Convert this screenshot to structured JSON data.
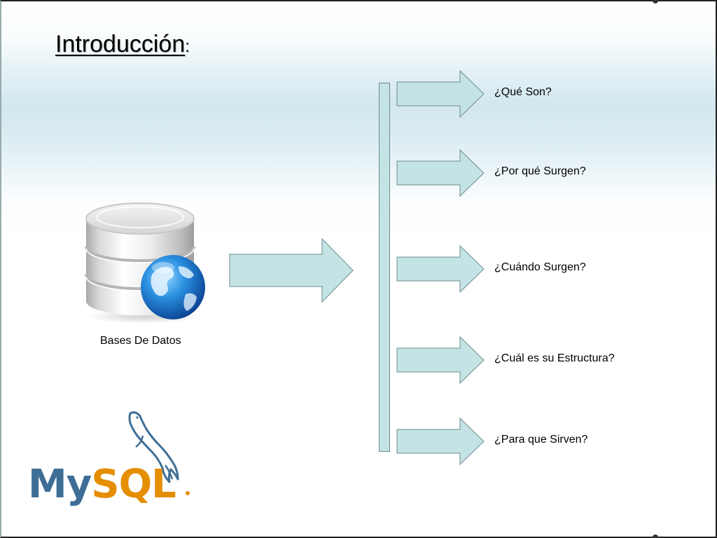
{
  "slide": {
    "title_word": "Introducción",
    "title_colon": ":"
  },
  "database": {
    "caption": "Bases De Datos",
    "icon": "database-globe-icon"
  },
  "questions": [
    {
      "label": "¿Qué Son?"
    },
    {
      "label": "¿Por qué Surgen?"
    },
    {
      "label": "¿Cuándo Surgen?"
    },
    {
      "label": "¿Cuál es su Estructura?"
    },
    {
      "label": "¿Para que Sirven?"
    }
  ],
  "logo": {
    "text": "MySQL",
    "icon": "mysql-dolphin-icon"
  },
  "colors": {
    "arrow_fill": "#c4e3e5",
    "arrow_stroke": "#6e8c8e",
    "mysql_blue": "#3e6e96",
    "mysql_orange": "#e48e00"
  }
}
